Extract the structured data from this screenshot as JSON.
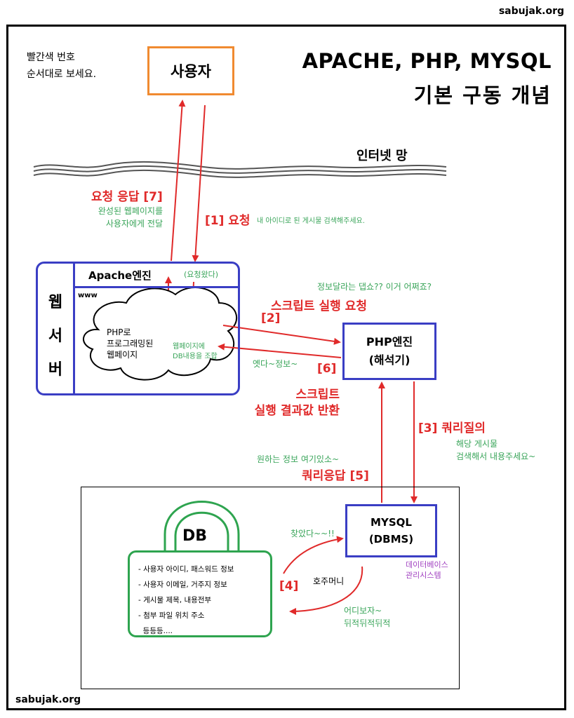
{
  "watermark_top": "sabujak.org",
  "watermark_bottom": "sabujak.org",
  "note_lines": [
    "빨간색 번호",
    "순서대로 보세요."
  ],
  "title_line1": "APACHE, PHP, MYSQL",
  "title_line2": "기본 구동 개념",
  "user_label": "사용자",
  "internet_label": "인터넷 망",
  "step7_label": "요청 응답 [7]",
  "step7_desc": [
    "완성된 웹페이지를",
    "사용자에게 전달"
  ],
  "step1_label": "[1] 요청",
  "step1_desc": "내 아이디로 된 게시물 검색해주세요.",
  "webserver_label": [
    "웹",
    "서",
    "버"
  ],
  "apache_label": "Apache엔진",
  "requested_label": "(요청왔다)",
  "www_label": "www",
  "php_page_lines": [
    "PHP로",
    "프로그래밍된",
    "웹페이지"
  ],
  "combine_lines": [
    "웹페이지에",
    "DB내용을 조합"
  ],
  "info_request_comment": "정보달라는 댑쇼?? 이거 어쩌죠?",
  "step2_title": "스크립트 실행 요청",
  "step2_num": "[2]",
  "php_engine_lines": [
    "PHP엔진",
    "(해석기)"
  ],
  "info_reply_comment": "옛다~정보~",
  "step6_num": "[6]",
  "step6_title": [
    "스크립트",
    "실행 결과값 반환"
  ],
  "step3_label": "[3] 쿼리질의",
  "step3_desc": [
    "해당 게시물",
    "검색해서 내용주세요~"
  ],
  "step5_comment": "원하는 정보 여기있소~",
  "step5_label": "쿼리응답 [5]",
  "mysql_lines": [
    "MYSQL",
    "(DBMS)"
  ],
  "dbms_desc": [
    "데이터베이스",
    "관리시스템"
  ],
  "found_comment": "찾았다~~!!",
  "step4_num": "[4]",
  "hojumeoni": "호주머니",
  "search_comment": [
    "어디보자~",
    "뒤적뒤적뒤적"
  ],
  "db_label": "DB",
  "db_items": [
    "- 사용자 아이디, 패스워드 정보",
    "- 사용자 이메일, 거주지 정보",
    "- 게시물 제목, 내용전부",
    "- 첨부 파일 위치 주소",
    "  등등등...."
  ],
  "colors": {
    "red": "#e02a2a",
    "green": "#3aa55a",
    "blue": "#3a3ec4",
    "orange": "#f08a30",
    "purple": "#a040c0"
  }
}
